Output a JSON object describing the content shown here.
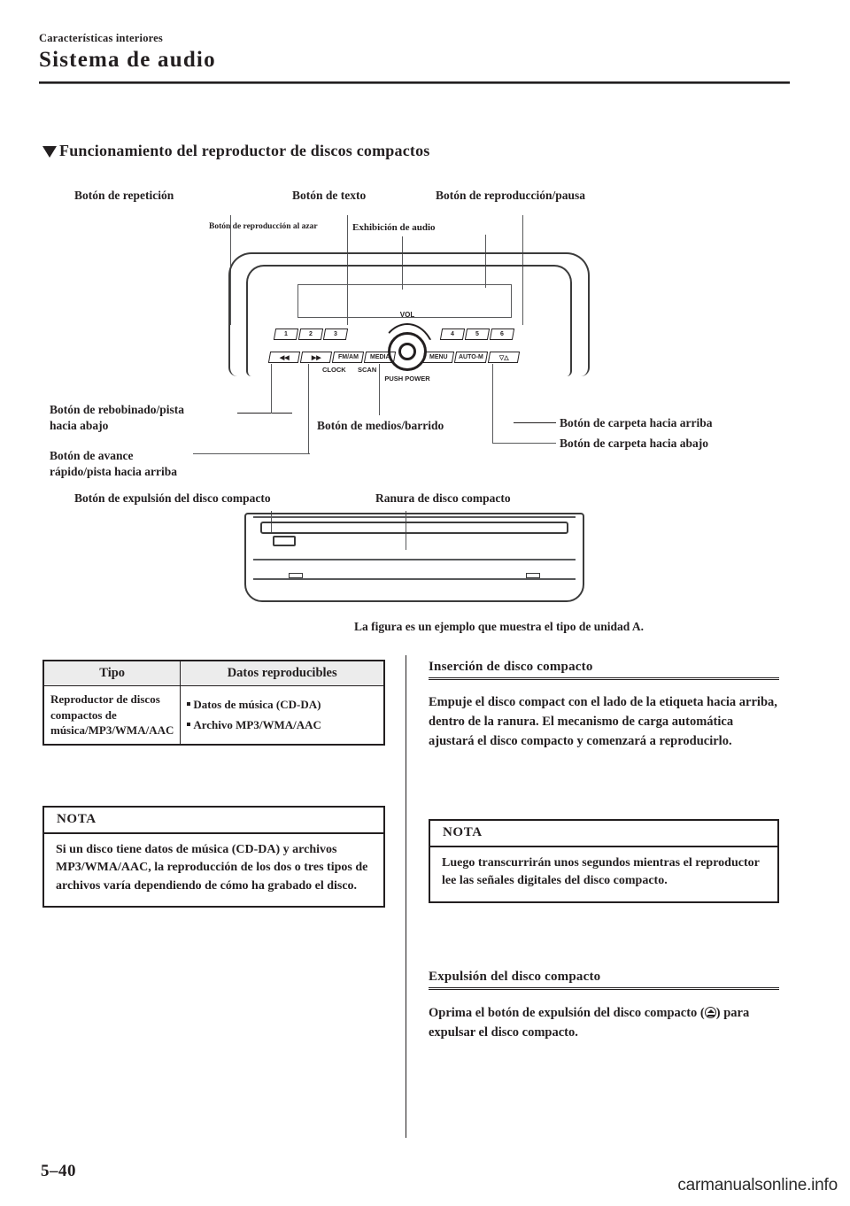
{
  "header": {
    "chapter": "Características interiores",
    "section": "Sistema de audio"
  },
  "subhead": {
    "label": "Funcionamiento del reproductor de discos compactos",
    "marker": "triangle-down-icon"
  },
  "figure": {
    "callouts": {
      "repeat": "Botón de repetición",
      "text": "Botón de texto",
      "play_pause": "Botón de reproducción/pausa",
      "random": "Botón de reproducción al azar",
      "audio_display": "Exhibición de audio",
      "rewind": "Botón de rebobinado/pista\nhacia abajo",
      "rewind_l1": "Botón de rebobinado/pista",
      "rewind_l2": "hacia abajo",
      "fast_forward_l1": "Botón de avance",
      "fast_forward_l2": "rápido/pista hacia arriba",
      "media_scan": "Botón de medios/barrido",
      "folder_up": "Botón de carpeta hacia arriba",
      "folder_down": "Botón de carpeta hacia abajo",
      "eject": "Botón de expulsión del disco compacto",
      "slot": "Ranura de disco compacto"
    },
    "unit": {
      "preset_buttons": [
        "1",
        "2",
        "3",
        "4",
        "5",
        "6"
      ],
      "function_buttons": [
        "FM/AM",
        "MEDIA",
        "MENU",
        "AUTO-M"
      ],
      "sub_labels": [
        "CLOCK",
        "SCAN"
      ],
      "volume_label": "VOL",
      "power_label": "PUSH POWER"
    },
    "caption": "La figura es un ejemplo que muestra el tipo de unidad A."
  },
  "spec_table": {
    "headers": [
      "Tipo",
      "Datos reproducibles"
    ],
    "rows": [
      {
        "type": "Reproductor de discos compactos de música/MP3/WMA/AAC",
        "data": [
          "Datos de música (CD-DA)",
          "Archivo MP3/WMA/AAC"
        ]
      }
    ]
  },
  "note_left": {
    "title": "NOTA",
    "body": "Si un disco tiene datos de música (CD-DA) y archivos MP3/WMA/AAC, la reproducción de los dos o tres tipos de archivos varía dependiendo de cómo ha grabado el disco."
  },
  "insert_section": {
    "heading": "Inserción de disco compacto",
    "body": "Empuje el disco compact con el lado de la etiqueta hacia arriba, dentro de la ranura. El mecanismo de carga automática ajustará el disco compacto y comenzará a reproducirlo."
  },
  "note_right": {
    "title": "NOTA",
    "body": "Luego transcurrirán unos segundos mientras el reproductor lee las señales digitales del disco compacto."
  },
  "eject_section": {
    "heading": "Expulsión del disco compacto",
    "body_before": "Oprima el botón de expulsión del disco compacto (",
    "body_after": ") para expulsar el disco compacto.",
    "glyph": "eject-icon"
  },
  "footer": {
    "page": "5–40",
    "watermark": "carmanualsonline.info"
  }
}
